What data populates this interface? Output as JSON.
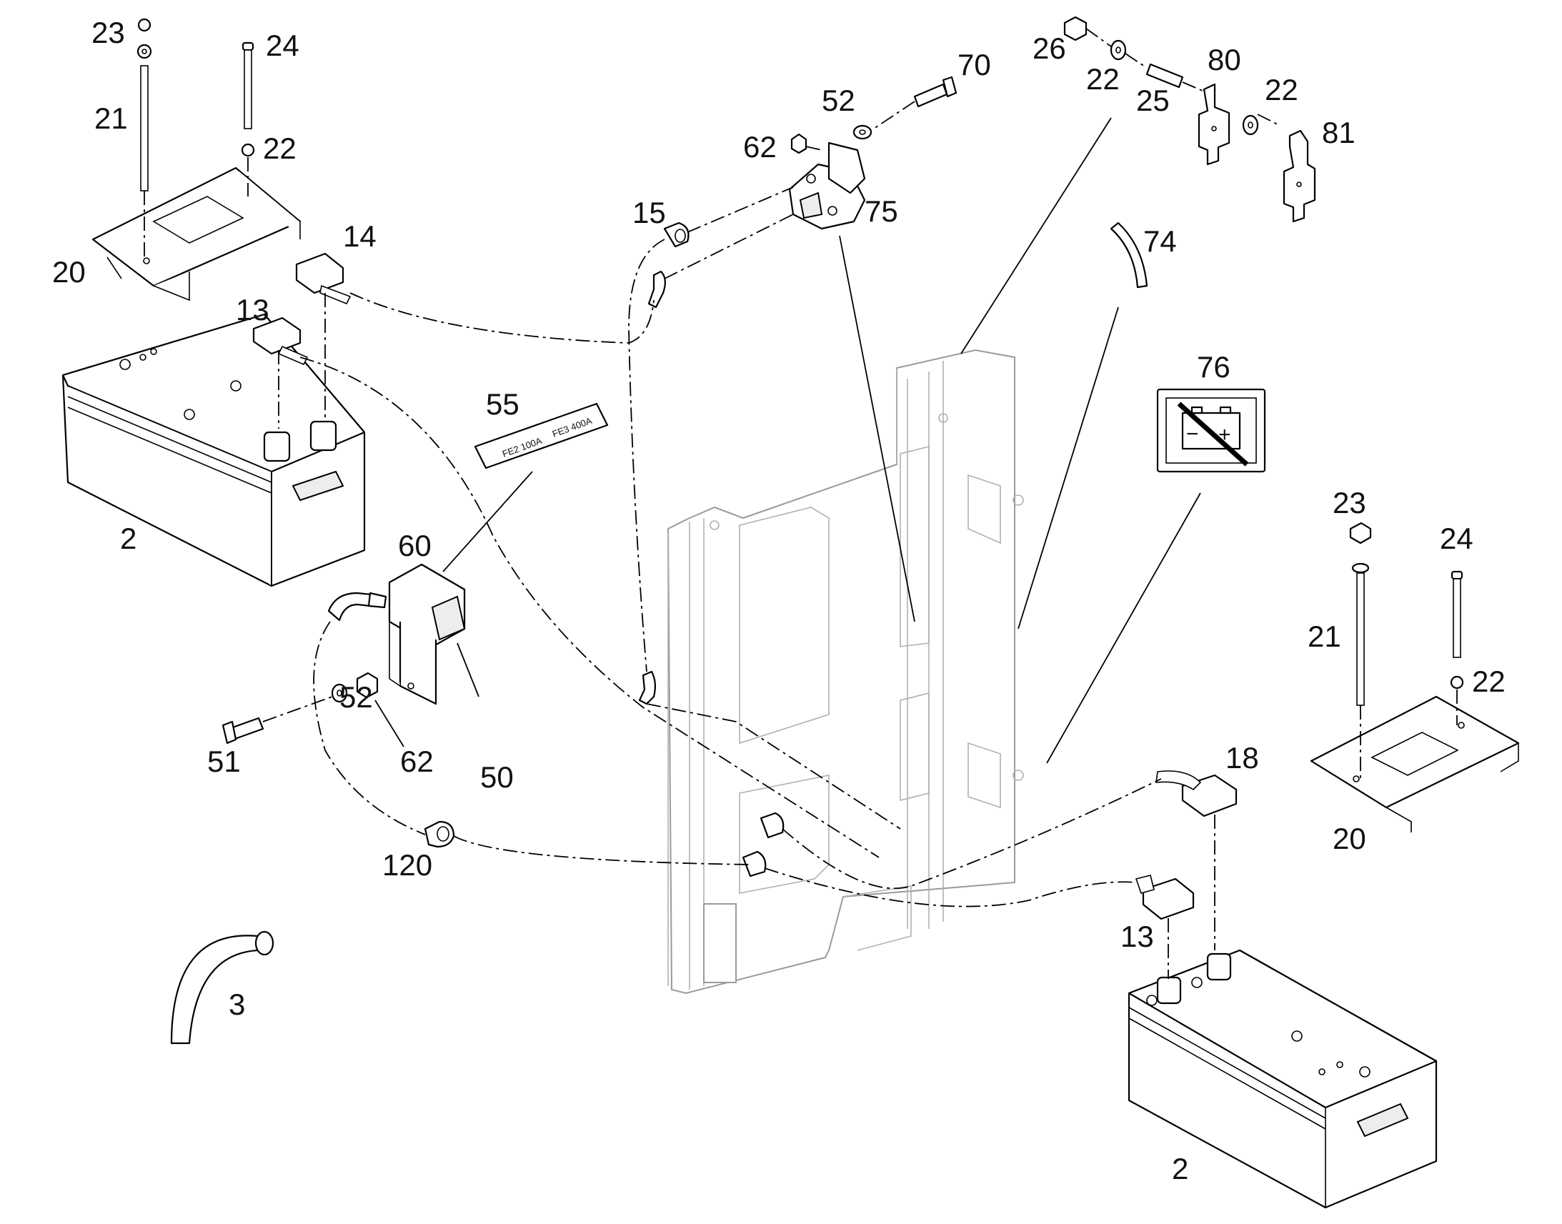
{
  "callouts": {
    "c23_top": "23",
    "c24_top": "24",
    "c21_top": "21",
    "c22_top": "22",
    "c20_top": "20",
    "c14": "14",
    "c13_top": "13",
    "c2_left": "2",
    "c55": "55",
    "c60": "60",
    "c52_left": "52",
    "c51": "51",
    "c62_left": "62",
    "c50": "50",
    "c120": "120",
    "c3": "3",
    "c15": "15",
    "c62_top": "62",
    "c52_top": "52",
    "c70": "70",
    "c75": "75",
    "c26": "26",
    "c22_a": "22",
    "c25": "25",
    "c80": "80",
    "c22_b": "22",
    "c81": "81",
    "c74": "74",
    "c76": "76",
    "c23_right": "23",
    "c24_right": "24",
    "c21_right": "21",
    "c22_right": "22",
    "c20_right": "20",
    "c18": "18",
    "c13_right": "13",
    "c2_right": "2"
  },
  "label_plate": {
    "left": "FE2 100A",
    "right": "FE3 400A"
  },
  "warning_symbol": {
    "name": "battery-disconnect-icon",
    "minus": "−",
    "plus": "+"
  }
}
